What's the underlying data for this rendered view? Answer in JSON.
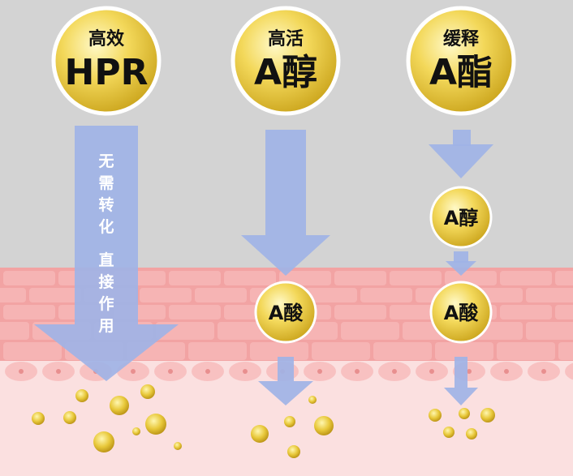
{
  "colors": {
    "background_top": "#d3d3d3",
    "skin_band": "#f2a3a3",
    "skin_cell": "#f6b4b4",
    "dermis": "#fbe0e0",
    "arrow": "#9fb3e6",
    "gold": "#e8c83a"
  },
  "badges": {
    "hpr": {
      "top": "高效",
      "main": "HPR"
    },
    "retinol": {
      "top": "高活",
      "main": "A醇"
    },
    "ester": {
      "top": "缓释",
      "main": "A酯"
    }
  },
  "small_badges": {
    "ester_to_retinol": "A醇",
    "retinol_to_acid": "A酸",
    "ester_to_acid": "A酸"
  },
  "hpr_arrow_text": {
    "line1": [
      "无",
      "需",
      "转",
      "化"
    ],
    "line2": [
      "直",
      "接",
      "作",
      "用"
    ]
  }
}
